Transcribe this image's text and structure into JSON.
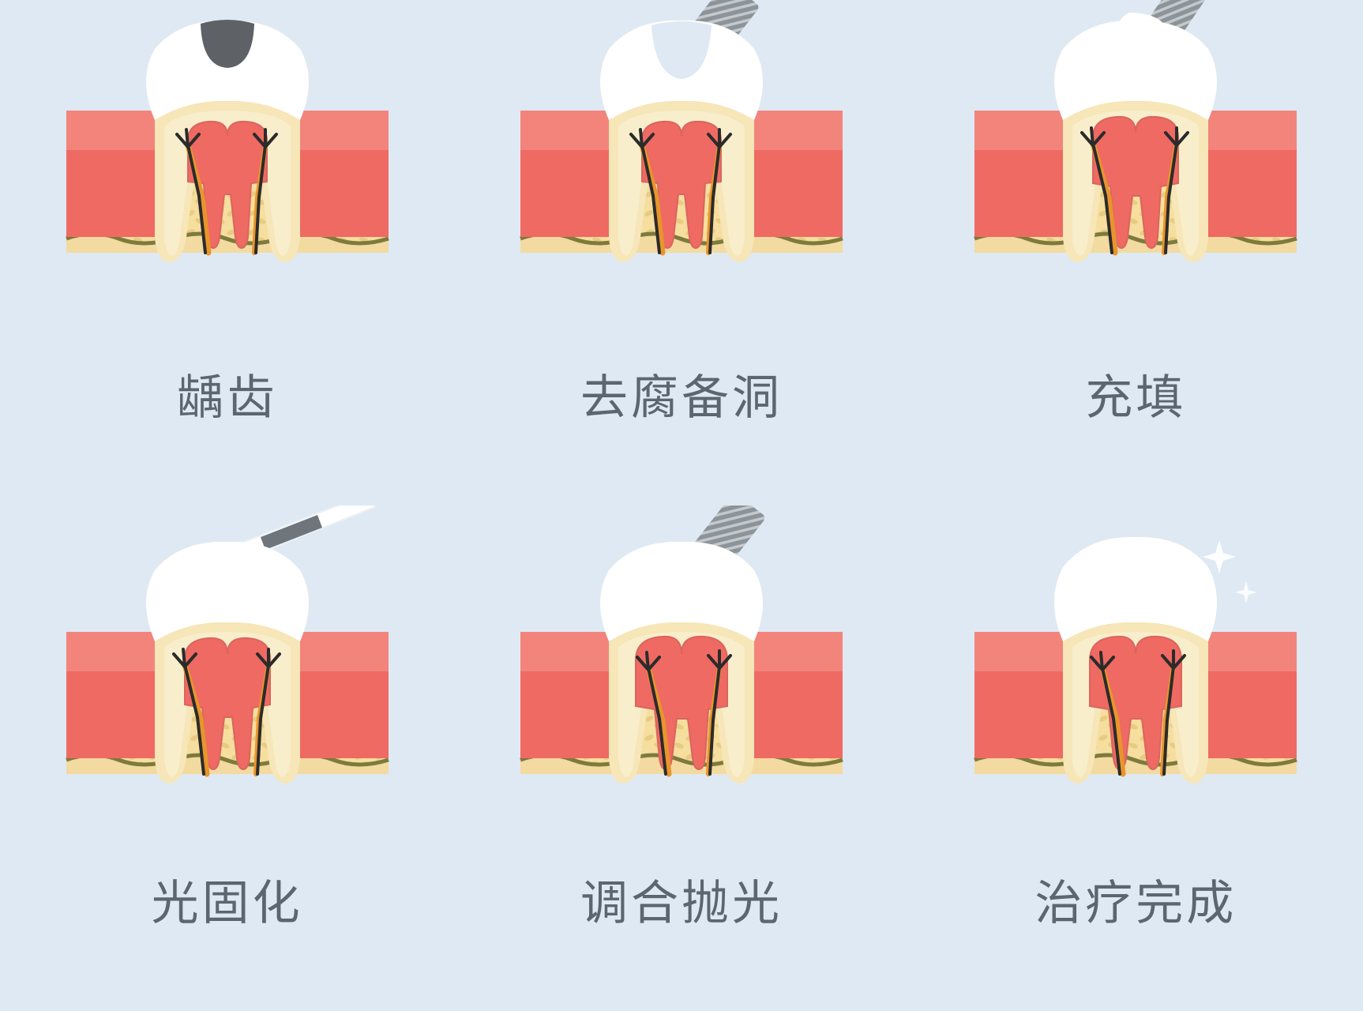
{
  "figure": {
    "title_visible": false,
    "background_color": "#dfe9f3",
    "caption_color": "#5d6670",
    "rows": 2,
    "columns": 3
  },
  "palette": {
    "background": "#dfe9f3",
    "enamel": "#ffffff",
    "enamel_shadow": "#f0f2f5",
    "dentin": "#f6e6b8",
    "dentin_light": "#faf0d2",
    "pulp": "#ef6a62",
    "pulp_outline": "#d9655f",
    "gum": "#ef6a62",
    "gum_shadow": "#e05b55",
    "bone": "#f5de9e",
    "bone_speckle": "#e8cb81",
    "bone_base": "#7d7a3c",
    "nerve_dark": "#2b2b2b",
    "nerve_orange": "#e8952c",
    "caries_gray": "#5e6166",
    "handpiece_body": "#ffffff",
    "handpiece_grip": "#8d9499",
    "curing_tip_purple": "#8e52c4",
    "pen_accent": "#6e757c",
    "sparkle": "#ffffff"
  },
  "panels": [
    {
      "index": 1,
      "id": "caries",
      "label": "龋齿",
      "stage": "decayed-tooth",
      "tool": "none",
      "has_cavity": true,
      "cavity_fill": "#5e6166",
      "has_filling": false,
      "has_sparkle": false
    },
    {
      "index": 2,
      "id": "caries-removal",
      "label": "去腐备洞",
      "stage": "cavity-preparation",
      "tool": "dental-handpiece",
      "has_cavity": true,
      "cavity_fill": "#dfe9f3",
      "has_filling": false,
      "has_sparkle": false
    },
    {
      "index": 3,
      "id": "filling",
      "label": "充填",
      "stage": "composite-placement",
      "tool": "filling-applicator",
      "has_cavity": false,
      "cavity_fill": "#ffffff",
      "has_filling": true,
      "has_sparkle": false
    },
    {
      "index": 4,
      "id": "light-curing",
      "label": "光固化",
      "stage": "light-cure",
      "tool": "curing-light-pen",
      "has_cavity": false,
      "cavity_fill": "#ffffff",
      "has_filling": true,
      "has_sparkle": false
    },
    {
      "index": 5,
      "id": "occlusion-polish",
      "label": "调合抛光",
      "stage": "occlusal-adjust-polish",
      "tool": "dental-handpiece",
      "has_cavity": false,
      "cavity_fill": "#ffffff",
      "has_filling": true,
      "has_sparkle": false
    },
    {
      "index": 6,
      "id": "treatment-complete",
      "label": "治疗完成",
      "stage": "finished",
      "tool": "none",
      "has_cavity": false,
      "cavity_fill": "#ffffff",
      "has_filling": true,
      "has_sparkle": true
    }
  ]
}
